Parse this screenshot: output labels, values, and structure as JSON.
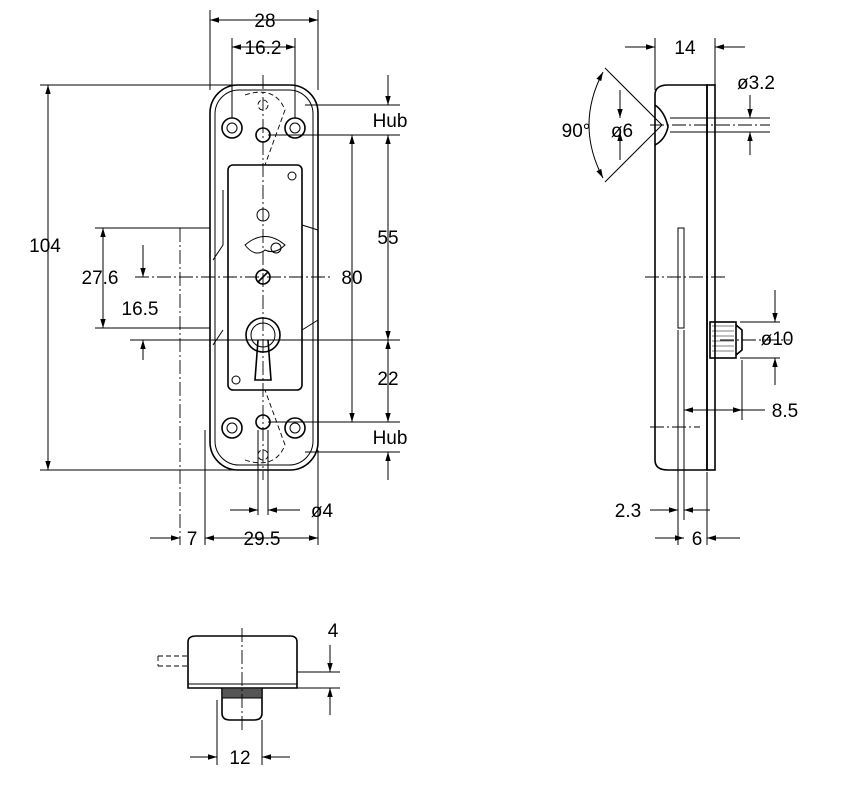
{
  "drawing": {
    "front_view": {
      "width_28": "28",
      "width_16_2": "16.2",
      "height_104": "104",
      "offset_27_6": "27.6",
      "offset_16_5": "16.5",
      "hub_top": "Hub",
      "dist_55": "55",
      "dist_80": "80",
      "dist_22": "22",
      "hub_bottom": "Hub",
      "dia_4": "ø4",
      "dist_7": "7",
      "dist_29_5": "29.5"
    },
    "side_view": {
      "depth_14": "14",
      "dia_3_2": "ø3.2",
      "angle_90": "90°",
      "dia_6": "ø6",
      "dia_10": "ø10",
      "dist_8_5": "8.5",
      "dist_2_3": "2.3",
      "dist_6": "6"
    },
    "bottom_view": {
      "height_4": "4",
      "width_12": "12"
    }
  }
}
